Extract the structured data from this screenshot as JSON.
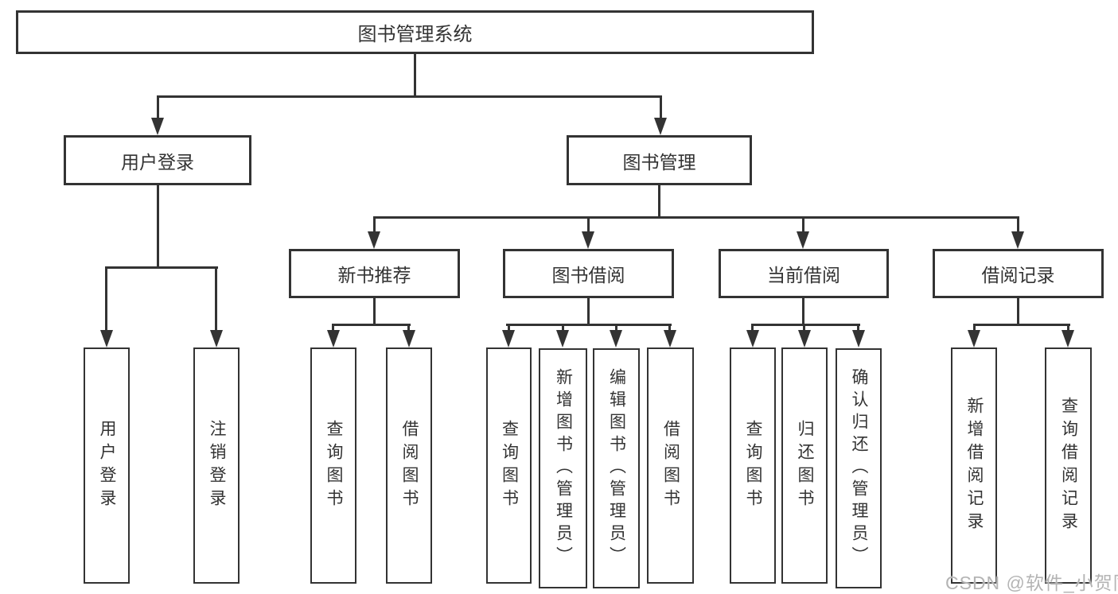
{
  "colors": {
    "line": "#333333",
    "box_border": "#333333",
    "box_background": "#ffffff",
    "page_background": "#ffffff",
    "watermark_gray": "#b4b4b4"
  },
  "watermark": {
    "text": "CSDN @软件_小贺同学"
  },
  "tree": {
    "root": {
      "label": "图书管理系统"
    },
    "branches": [
      {
        "label": "用户登录",
        "children": [
          {
            "label": "用户登录"
          },
          {
            "label": "注销登录"
          }
        ]
      },
      {
        "label": "图书管理",
        "children": [
          {
            "label": "新书推荐",
            "children": [
              {
                "label": "查询图书"
              },
              {
                "label": "借阅图书"
              }
            ]
          },
          {
            "label": "图书借阅",
            "children": [
              {
                "label": "查询图书"
              },
              {
                "label": "新增图书（管理员）"
              },
              {
                "label": "编辑图书（管理员）"
              },
              {
                "label": "借阅图书"
              }
            ]
          },
          {
            "label": "当前借阅",
            "children": [
              {
                "label": "查询图书"
              },
              {
                "label": "归还图书"
              },
              {
                "label": "确认归还（管理员）"
              }
            ]
          },
          {
            "label": "借阅记录",
            "children": [
              {
                "label": "新增借阅记录"
              },
              {
                "label": "查询借阅记录"
              }
            ]
          }
        ]
      }
    ]
  }
}
